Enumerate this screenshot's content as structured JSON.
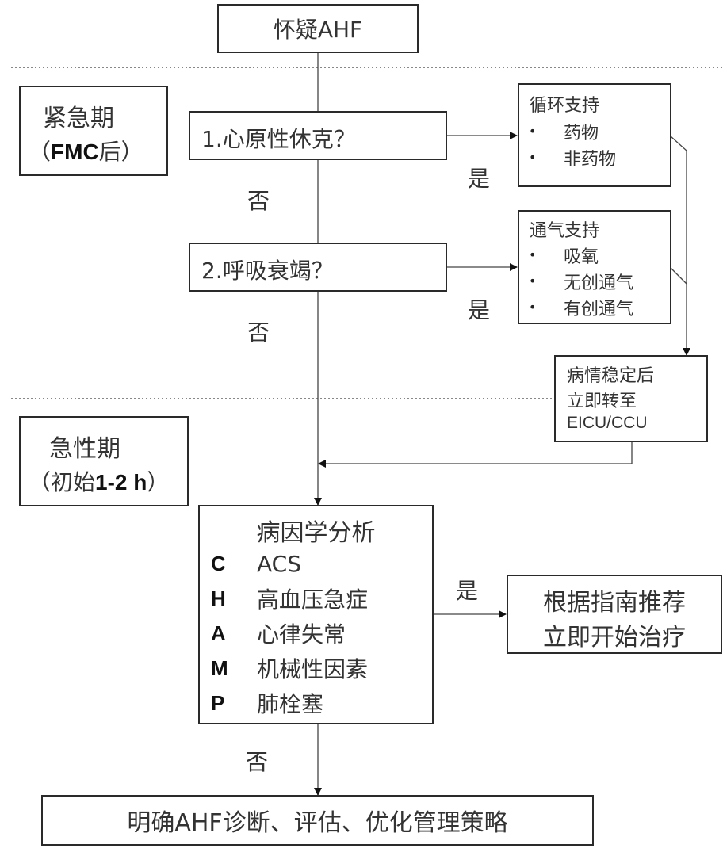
{
  "top": {
    "label": "怀疑AHF"
  },
  "phases": [
    {
      "name": "紧急期",
      "sub_prefix": "（",
      "sub_bold": "FMC",
      "sub_suffix": "后）"
    },
    {
      "name": "急性期",
      "sub_prefix": "（初始",
      "sub_bold": "1-2 h",
      "sub_suffix": "）"
    }
  ],
  "questions": [
    {
      "label": "1.心原性休克？",
      "yes": "是",
      "no": "否"
    },
    {
      "label": "2.呼吸衰竭？",
      "yes": "是",
      "no": "否"
    }
  ],
  "support": [
    {
      "title": "循环支持",
      "items": [
        "药物",
        "非药物"
      ]
    },
    {
      "title": "通气支持",
      "items": [
        "吸氧",
        "无创通气",
        "有创通气"
      ]
    }
  ],
  "transfer": {
    "lines": [
      "病情稳定后",
      "立即转至",
      "EICU/CCU"
    ]
  },
  "etiology": {
    "title": "病因学分析",
    "items": [
      {
        "letter": "C",
        "text": "ACS"
      },
      {
        "letter": "H",
        "text": "高血压急症"
      },
      {
        "letter": "A",
        "text": "心律失常"
      },
      {
        "letter": "M",
        "text": "机械性因素"
      },
      {
        "letter": "P",
        "text": "肺栓塞"
      }
    ],
    "yes": "是",
    "no": "否"
  },
  "treatment": {
    "lines": [
      "根据指南推荐",
      "立即开始治疗"
    ]
  },
  "final": {
    "label": "明确AHF诊断、评估、优化管理策略"
  }
}
